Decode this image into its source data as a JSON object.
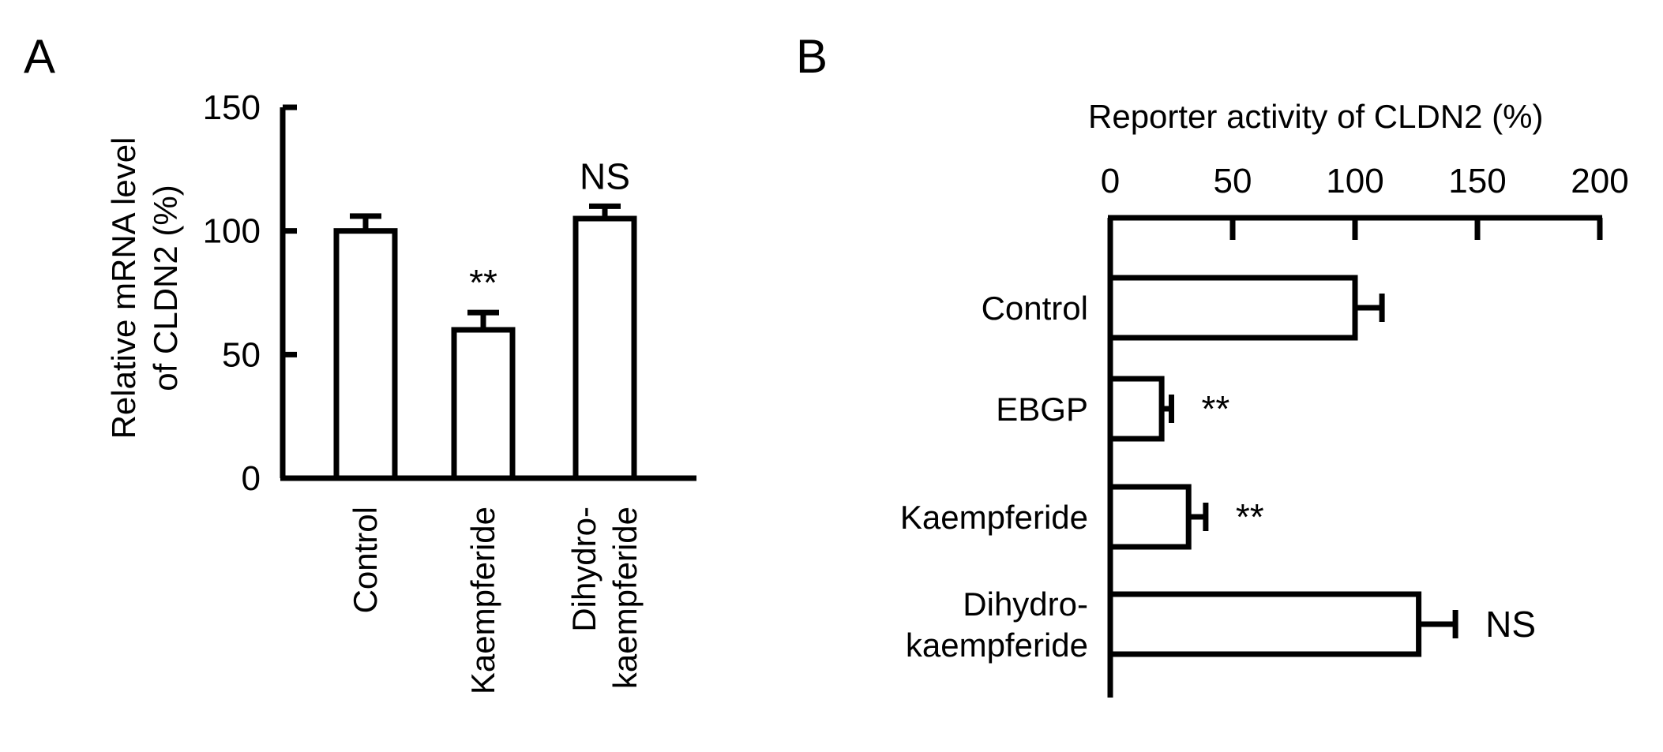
{
  "chart_data": [
    {
      "panel_label": "A",
      "type": "bar",
      "orientation": "vertical",
      "ylabel_lines": [
        "Relative mRNA level",
        "of CLDN2 (%)"
      ],
      "ylim": [
        0,
        150
      ],
      "yticks": [
        0,
        50,
        100,
        150
      ],
      "categories": [
        {
          "lines": [
            "Control"
          ]
        },
        {
          "lines": [
            "Kaempferide"
          ]
        },
        {
          "lines": [
            "Dihydro-",
            "kaempferide"
          ]
        }
      ],
      "values": [
        100,
        60,
        105
      ],
      "errors": [
        6,
        7,
        5
      ],
      "annotations": [
        "",
        "**",
        "NS"
      ],
      "grid": false,
      "legend": "none",
      "bar_fill": "#ffffff",
      "stroke_color": "#000000"
    },
    {
      "panel_label": "B",
      "type": "bar",
      "orientation": "horizontal",
      "xlabel": "Reporter activity of CLDN2 (%)",
      "xlim": [
        0,
        200
      ],
      "xticks": [
        0,
        50,
        100,
        150,
        200
      ],
      "categories": [
        {
          "lines": [
            "Control"
          ]
        },
        {
          "lines": [
            "EBGP"
          ]
        },
        {
          "lines": [
            "Kaempferide"
          ]
        },
        {
          "lines": [
            "Dihydro-",
            "kaempferide"
          ]
        }
      ],
      "values": [
        100,
        21,
        32,
        126
      ],
      "errors": [
        11,
        4,
        7,
        15
      ],
      "annotations": [
        "",
        "**",
        "**",
        "NS"
      ],
      "grid": false,
      "legend": "none",
      "bar_fill": "#ffffff",
      "stroke_color": "#000000"
    }
  ]
}
